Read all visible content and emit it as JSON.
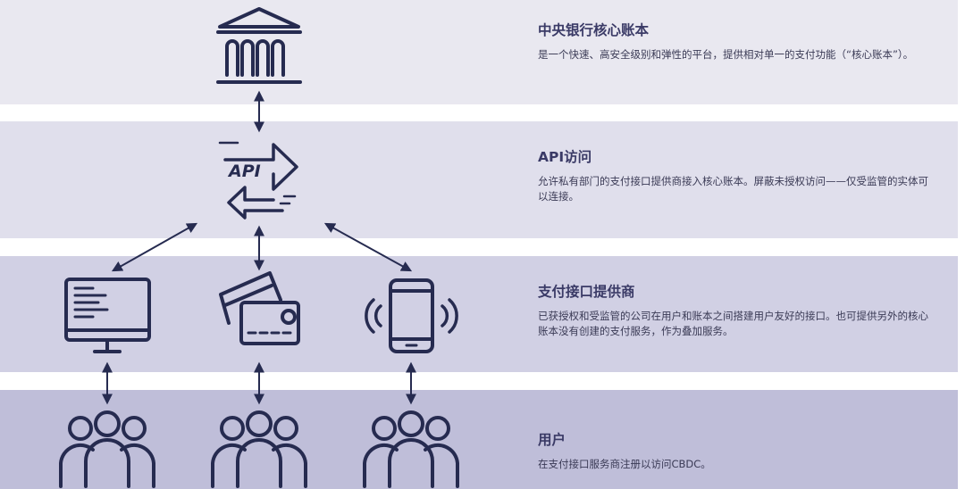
{
  "colors": {
    "band_1": "#e9e8f0",
    "band_2": "#e0dfec",
    "band_3": "#d1d0e4",
    "band_4": "#bfbed9",
    "icon_stroke": "#262b50"
  },
  "sections": [
    {
      "title": "中央银行核心账本",
      "description": "是一个快速、高安全级别和弹性的平台，提供相对单一的支付功能（“核心账本”）。"
    },
    {
      "title": "API访问",
      "description": "允许私有部门的支付接口提供商接入核心账本。屏蔽未授权访问——仅受监管的实体可以连接。"
    },
    {
      "title": "支付接口提供商",
      "description": "已获授权和受监管的公司在用户和账本之间搭建用户友好的接口。也可提供另外的核心账本没有创建的支付服务，作为叠加服务。"
    },
    {
      "title": "用户",
      "description": "在支付接口服务商注册以访问CBDC。"
    }
  ],
  "icons": {
    "api_label": "API",
    "central_bank": "bank-icon",
    "api": "api-exchange-icon",
    "provider_1": "computer-monitor-icon",
    "provider_2": "payment-cards-icon",
    "provider_3": "mobile-phone-icon",
    "users": "user-group-icon"
  }
}
